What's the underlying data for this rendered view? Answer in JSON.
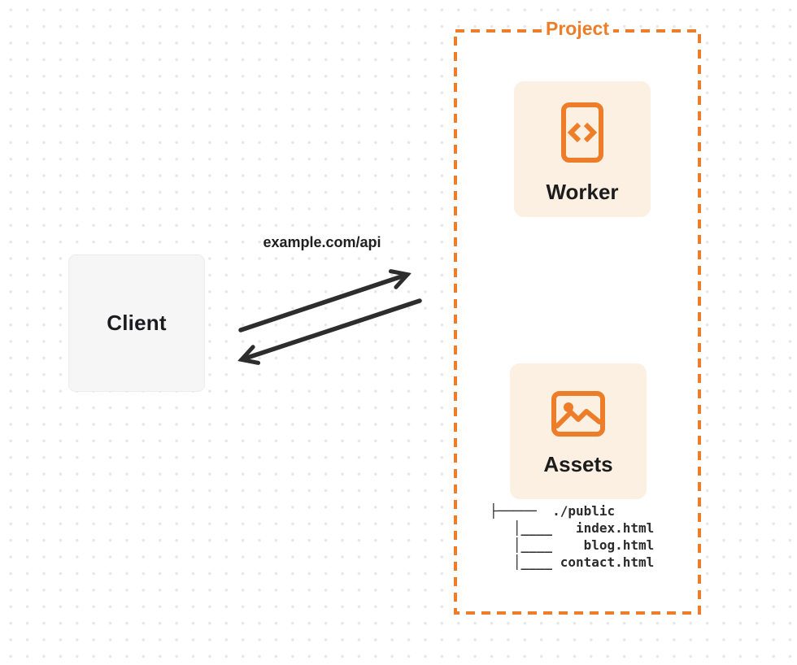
{
  "colors": {
    "accent": "#ED7D28",
    "accent-soft": "#FBF0E2",
    "client-bg": "#F6F6F7",
    "ink": "#1C1C1E",
    "arrow": "#2D2D2D",
    "dot": "#E7E7E9",
    "bg": "#FFFFFF"
  },
  "client": {
    "label": "Client"
  },
  "request": {
    "url_label": "example.com/api"
  },
  "project": {
    "label": "Project",
    "worker": {
      "label": "Worker",
      "icon": "code-file-icon"
    },
    "assets": {
      "label": "Assets",
      "icon": "image-icon",
      "file_tree": "├─────  ./public\n   │____   index.html\n   │____    blog.html\n   │____ contact.html"
    }
  }
}
